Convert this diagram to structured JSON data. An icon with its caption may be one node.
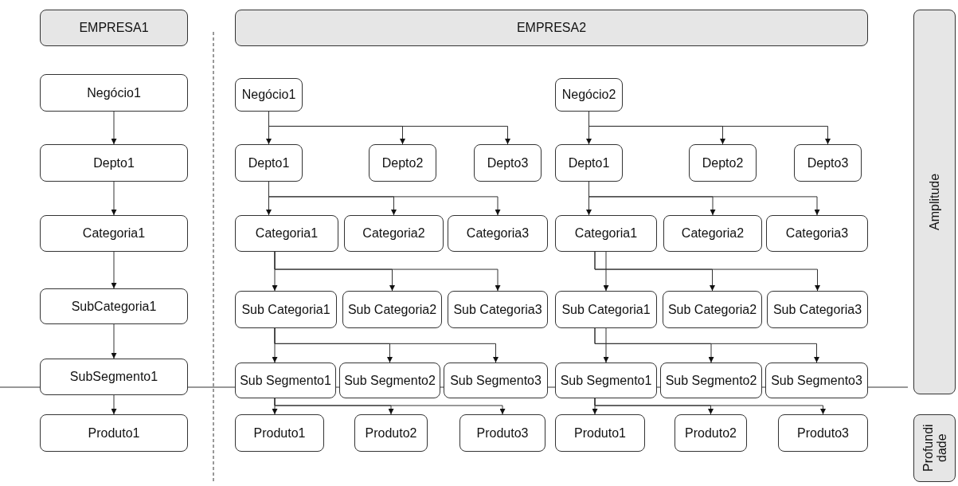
{
  "diagram": {
    "nodes": [
      {
        "text": [
          "EMPRESA1"
        ]
      },
      {
        "text": [
          "EMPRESA2"
        ]
      },
      {
        "text": [
          "Amplitude"
        ]
      },
      {
        "text": [
          "Negócio1"
        ]
      },
      {
        "text": [
          "Negócio1"
        ]
      },
      {
        "text": [
          "Negócio2"
        ]
      },
      {
        "text": [
          "Depto1"
        ]
      },
      {
        "text": [
          "Depto1"
        ]
      },
      {
        "text": [
          "Depto2"
        ]
      },
      {
        "text": [
          "Depto3"
        ]
      },
      {
        "text": [
          "Depto1"
        ]
      },
      {
        "text": [
          "Depto2"
        ]
      },
      {
        "text": [
          "Depto3"
        ]
      },
      {
        "text": [
          "Categoria1"
        ]
      },
      {
        "text": [
          "Categoria1"
        ]
      },
      {
        "text": [
          "Categoria2"
        ]
      },
      {
        "text": [
          "Categoria3"
        ]
      },
      {
        "text": [
          "Categoria1"
        ]
      },
      {
        "text": [
          "Categoria2"
        ]
      },
      {
        "text": [
          "Categoria3"
        ]
      },
      {
        "text": [
          "SubCategoria1"
        ]
      },
      {
        "text": [
          "Sub Categoria1"
        ]
      },
      {
        "text": [
          "Sub Categoria2"
        ]
      },
      {
        "text": [
          "Sub Categoria3"
        ]
      },
      {
        "text": [
          "Sub Categoria1"
        ]
      },
      {
        "text": [
          "Sub Categoria2"
        ]
      },
      {
        "text": [
          "Sub Categoria3"
        ]
      },
      {
        "text": [
          "SubSegmento1"
        ]
      },
      {
        "text": [
          "Sub Segmento1"
        ]
      },
      {
        "text": [
          "Sub Segmento2"
        ]
      },
      {
        "text": [
          "Sub Segmento3"
        ]
      },
      {
        "text": [
          "Sub Segmento1"
        ]
      },
      {
        "text": [
          "Sub Segmento2"
        ]
      },
      {
        "text": [
          "Sub Segmento3"
        ]
      },
      {
        "text": [
          "Produto1"
        ]
      },
      {
        "text": [
          "Produto1"
        ]
      },
      {
        "text": [
          "Produto2"
        ]
      },
      {
        "text": [
          "Produto3"
        ]
      },
      {
        "text": [
          "Produto1"
        ]
      },
      {
        "text": [
          "Produto2"
        ]
      },
      {
        "text": [
          "Produto3"
        ]
      },
      {
        "text": [
          "Profundidade"
        ]
      }
    ],
    "edges": [
      {
        "from": 3,
        "to": 6,
        "arrow": "to"
      },
      {
        "from": 6,
        "to": 13,
        "arrow": "to"
      },
      {
        "from": 13,
        "to": 20,
        "arrow": "to"
      },
      {
        "from": 20,
        "to": 27,
        "arrow": "to"
      },
      {
        "from": 27,
        "to": 34,
        "arrow": "to"
      },
      {
        "from": 4,
        "to": 7,
        "arrow": "to"
      },
      {
        "from": 4,
        "to": 8,
        "arrow": "to"
      },
      {
        "from": 4,
        "to": 9,
        "arrow": "to"
      },
      {
        "from": 7,
        "to": 14,
        "arrow": "to"
      },
      {
        "from": 7,
        "to": 15,
        "arrow": "to"
      },
      {
        "from": 7,
        "to": 16,
        "arrow": "to"
      },
      {
        "from": 14,
        "to": 21,
        "arrow": "to"
      },
      {
        "from": 14,
        "to": 22,
        "arrow": "to"
      },
      {
        "from": 14,
        "to": 23,
        "arrow": "to"
      },
      {
        "from": 21,
        "to": 28,
        "arrow": "to"
      },
      {
        "from": 21,
        "to": 29,
        "arrow": "to"
      },
      {
        "from": 21,
        "to": 30,
        "arrow": "to"
      },
      {
        "from": 28,
        "to": 35,
        "arrow": "to"
      },
      {
        "from": 28,
        "to": 36,
        "arrow": "to"
      },
      {
        "from": 28,
        "to": 37,
        "arrow": "to"
      },
      {
        "from": 5,
        "to": 10,
        "arrow": "to"
      },
      {
        "from": 5,
        "to": 11,
        "arrow": "to"
      },
      {
        "from": 5,
        "to": 12,
        "arrow": "to"
      },
      {
        "from": 10,
        "to": 17,
        "arrow": "to"
      },
      {
        "from": 10,
        "to": 18,
        "arrow": "to"
      },
      {
        "from": 10,
        "to": 19,
        "arrow": "to"
      },
      {
        "from": 17,
        "to": 24,
        "arrow": "to"
      },
      {
        "from": 17,
        "to": 25,
        "arrow": "to"
      },
      {
        "from": 17,
        "to": 26,
        "arrow": "to"
      },
      {
        "from": 24,
        "to": 31,
        "arrow": "to"
      },
      {
        "from": 24,
        "to": 32,
        "arrow": "to"
      },
      {
        "from": 24,
        "to": 33,
        "arrow": "to"
      },
      {
        "from": 31,
        "to": 38,
        "arrow": "to"
      },
      {
        "from": 31,
        "to": 39,
        "arrow": "to"
      },
      {
        "from": 31,
        "to": 40,
        "arrow": "to"
      }
    ]
  }
}
